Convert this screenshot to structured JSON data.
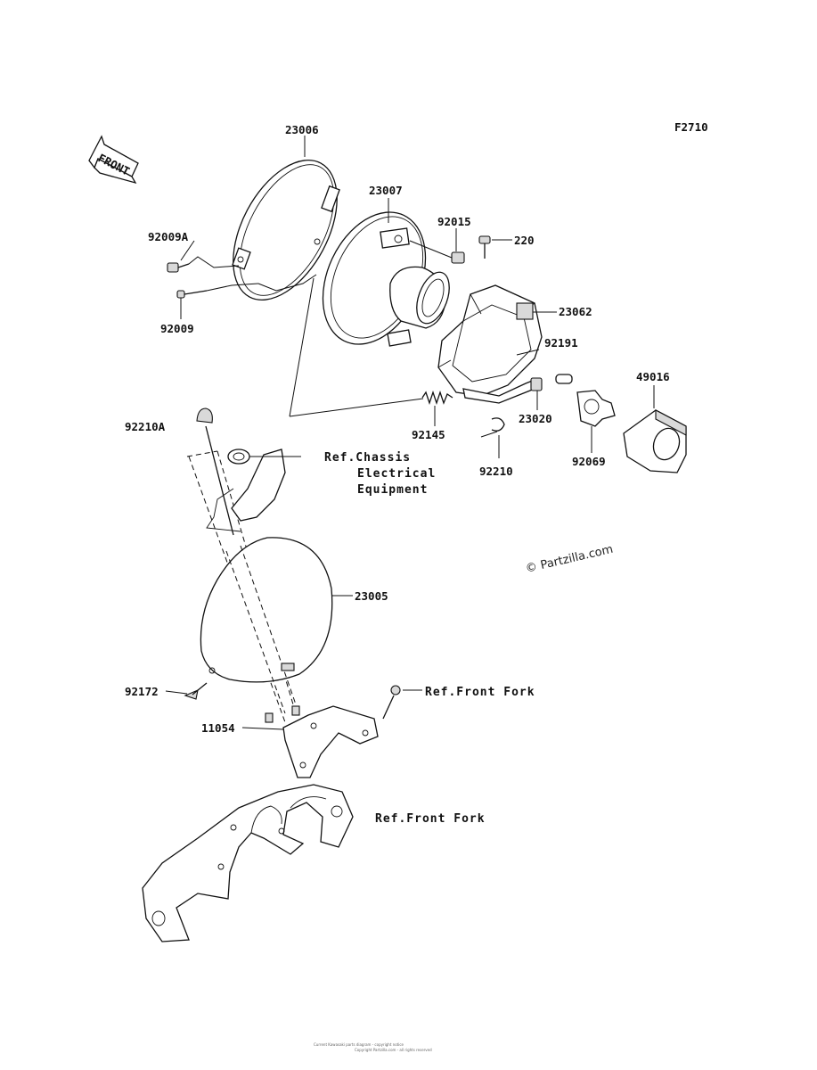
{
  "figure_code": "F2710",
  "front_label": "FRONT",
  "watermark": "© Partzilla.com",
  "callouts": [
    {
      "id": "c23006",
      "text": "23006"
    },
    {
      "id": "c23007",
      "text": "23007"
    },
    {
      "id": "c92015",
      "text": "92015"
    },
    {
      "id": "c220",
      "text": "220"
    },
    {
      "id": "c92009A",
      "text": "92009A"
    },
    {
      "id": "c92009",
      "text": "92009"
    },
    {
      "id": "c23062",
      "text": "23062"
    },
    {
      "id": "c92191",
      "text": "92191"
    },
    {
      "id": "c49016",
      "text": "49016"
    },
    {
      "id": "c92210A",
      "text": "92210A"
    },
    {
      "id": "c92145",
      "text": "92145"
    },
    {
      "id": "c23020",
      "text": "23020"
    },
    {
      "id": "c92210",
      "text": "92210"
    },
    {
      "id": "c92069",
      "text": "92069"
    },
    {
      "id": "c23005",
      "text": "23005"
    },
    {
      "id": "c92172",
      "text": "92172"
    },
    {
      "id": "c11054",
      "text": "11054"
    }
  ],
  "references": {
    "chassis_line1": "Ref.Chassis",
    "chassis_line2": "Electrical",
    "chassis_line3": "Equipment",
    "front_fork_upper": "Ref.Front Fork",
    "front_fork_lower": "Ref.Front Fork"
  },
  "fine_print": {
    "line1": "Current Kawasaki parts diagram - copyright notice",
    "line2": "Copyright Partzilla.com - all rights reserved"
  }
}
